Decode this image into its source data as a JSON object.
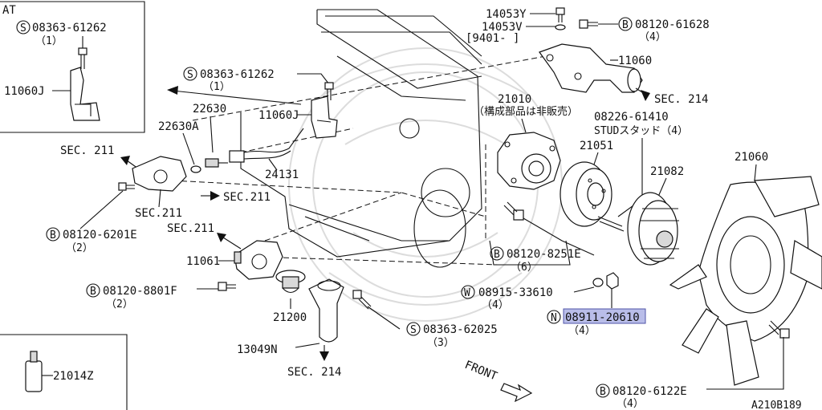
{
  "diagram": {
    "inset_at": {
      "title": "AT",
      "bolt_code": "08363-61262",
      "bolt_prefix": "S",
      "bolt_qty": "（1）",
      "part": "11060J"
    },
    "inset_bottom": {
      "part": "21014Z"
    },
    "labels": {
      "p14053Y": "14053Y",
      "p14053V": "14053V",
      "date_range": "[9401-    ]",
      "b_08120_61628": "08120-61628",
      "q_08120_61628": "（4）",
      "p11060": "11060",
      "sec214_top": "SEC. 214",
      "s_08363_61262": "08363-61262",
      "q_08363_61262": "（1）",
      "p22630": "22630",
      "p22630A": "22630A",
      "p11060J": "11060J",
      "p21010": "21010",
      "note_21010": "（構成部品は非販売）",
      "p08226_61410": "08226-61410",
      "stud_note": "STUDスタッド（4）",
      "sec211_left": "SEC. 211",
      "p24131": "24131",
      "p21051": "21051",
      "p21082": "21082",
      "p21060": "21060",
      "sec211_mid": "SEC.211",
      "sec211_arrow": "SEC.211",
      "b_08120_6201E": "08120-6201E",
      "q_08120_6201E": "（2）",
      "sec211_lower": "SEC.211",
      "p11061": "11061",
      "b_08120_8251E": "08120-8251E",
      "q_08120_8251E": "（6）",
      "b_08120_8801F": "08120-8801F",
      "q_08120_8801F": "（2）",
      "w_08915_33610": "08915-33610",
      "q_08915_33610": "（4）",
      "p21200": "21200",
      "n_08911_20610": "08911-20610",
      "q_08911_20610": "（4）",
      "s_08363_62025": "08363-62025",
      "q_08363_62025": "（3）",
      "p13049N": "13049N",
      "sec214_bottom": "SEC. 214",
      "front": "FRONT",
      "b_08120_6122E": "08120-6122E",
      "q_08120_6122E": "（4）",
      "diagram_code": "A210B189"
    },
    "prefix": {
      "B": "B",
      "S": "S",
      "W": "W",
      "N": "N"
    },
    "highlight_color": "#b9bde9"
  }
}
